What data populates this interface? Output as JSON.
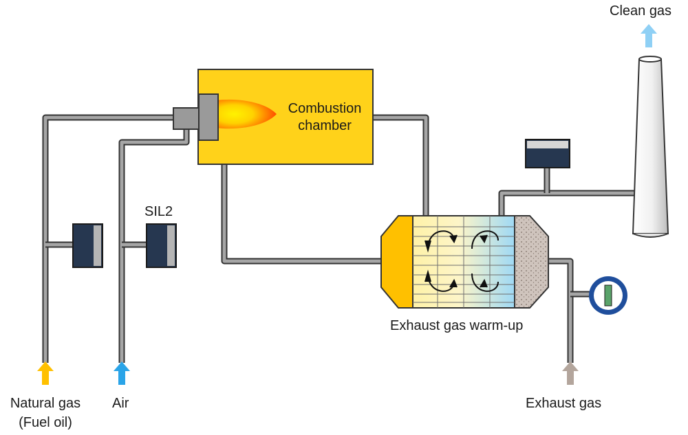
{
  "labels": {
    "combustion_chamber": "Combustion chamber",
    "exhaust_gas_warmup": "Exhaust gas warm-up",
    "sil2": "SIL2",
    "clean_gas": "Clean gas",
    "natural_gas": "Natural gas",
    "fuel_oil": "(Fuel oil)",
    "air": "Air",
    "exhaust_gas": "Exhaust gas"
  },
  "colors": {
    "pipe": "#a6a6a6",
    "pipe_outline": "#333333",
    "chamber": "#ffd21a",
    "flame_outer": "#ff4d00",
    "flame_inner": "#ffe600",
    "valve_body": "#263750",
    "natural_gas_arrow": "#ffc000",
    "air_arrow": "#2aa4e8",
    "clean_gas_arrow": "#8fd0f5",
    "exhaust_gas_arrow": "#b3a59c",
    "gauge_ring": "#1f4e9c",
    "gauge_indicator": "#5aa36a"
  }
}
